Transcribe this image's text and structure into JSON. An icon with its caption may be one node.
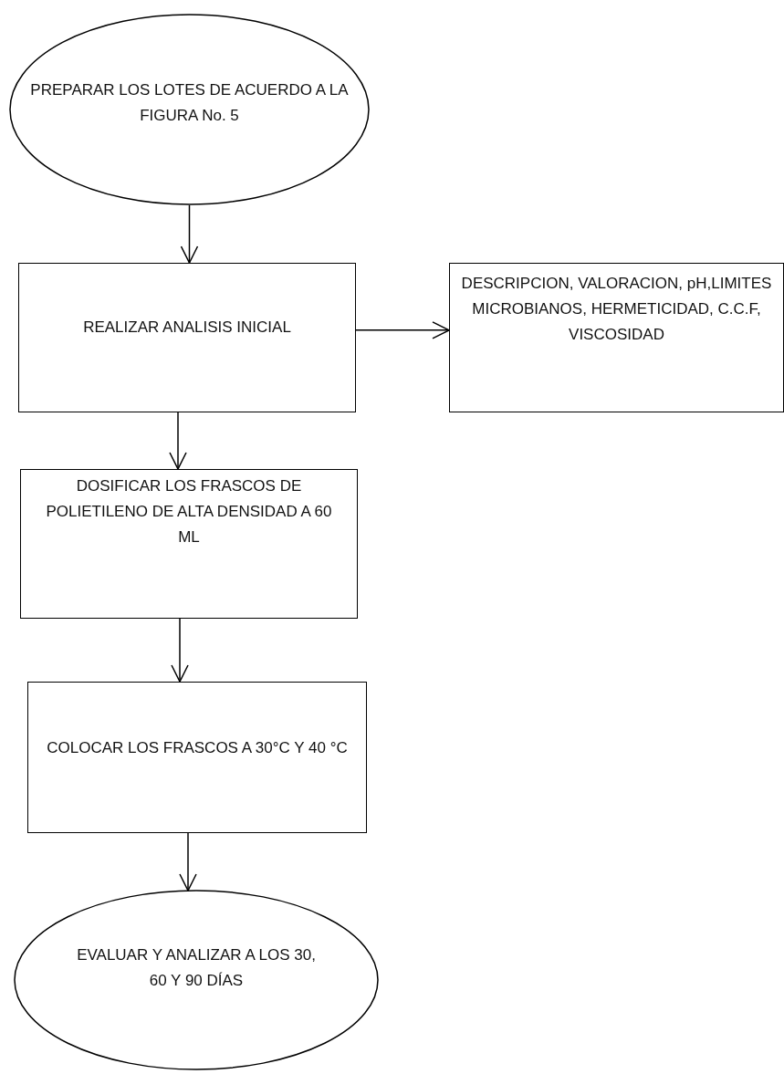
{
  "diagram": {
    "nodes": [
      {
        "text": [
          "PREPARAR LOS LOTES DE ACUERDO A LA FIGURA No. 5"
        ]
      },
      {
        "text": [
          "REALIZAR ANALISIS INICIAL"
        ]
      },
      {
        "text": [
          "DESCRIPCION, VALORACION, pH,LIMITES MICROBIANOS, HERMETICIDAD, C.C.F, VISCOSIDAD"
        ]
      },
      {
        "text": [
          "DOSIFICAR LOS FRASCOS DE POLIETILENO DE ALTA DENSIDAD A 60 ML"
        ]
      },
      {
        "text": [
          "COLOCAR LOS FRASCOS A 30°C Y 40 °C"
        ]
      },
      {
        "text": [
          "EVALUAR Y ANALIZAR A LOS 30, 60 Y 90 DÍAS"
        ]
      }
    ],
    "edges": [
      {
        "from": 0,
        "to": 1,
        "arrow": "to"
      },
      {
        "from": 1,
        "to": 2,
        "arrow": "to"
      },
      {
        "from": 1,
        "to": 3,
        "arrow": "to"
      },
      {
        "from": 3,
        "to": 4,
        "arrow": "to"
      },
      {
        "from": 4,
        "to": 5,
        "arrow": "to"
      }
    ]
  }
}
